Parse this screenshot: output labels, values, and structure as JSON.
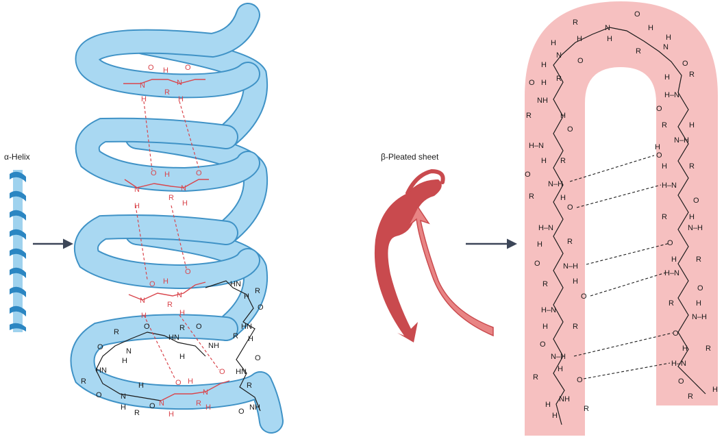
{
  "labels": {
    "helix": "α-Helix",
    "sheet": "β-Pleated sheet"
  },
  "atoms": {
    "n": "N",
    "h": "H",
    "o": "O",
    "r": "R",
    "nh": "NH",
    "hn": "HN",
    "hnl": "H–N",
    "nhh": "N–H"
  },
  "colors": {
    "helix_tube": "#a9d8f2",
    "helix_tube_stroke": "#3f92c6",
    "helix_mini_dark": "#2b86c2",
    "helix_mini_light": "#9fd2ee",
    "hbond_red": "#d9454c",
    "sheet_band": "#f6c0c0",
    "ribbon_red": "#c94a4e",
    "ribbon_light": "#e88484",
    "arrow": "#3c4658",
    "ink": "#1a1a1a"
  }
}
